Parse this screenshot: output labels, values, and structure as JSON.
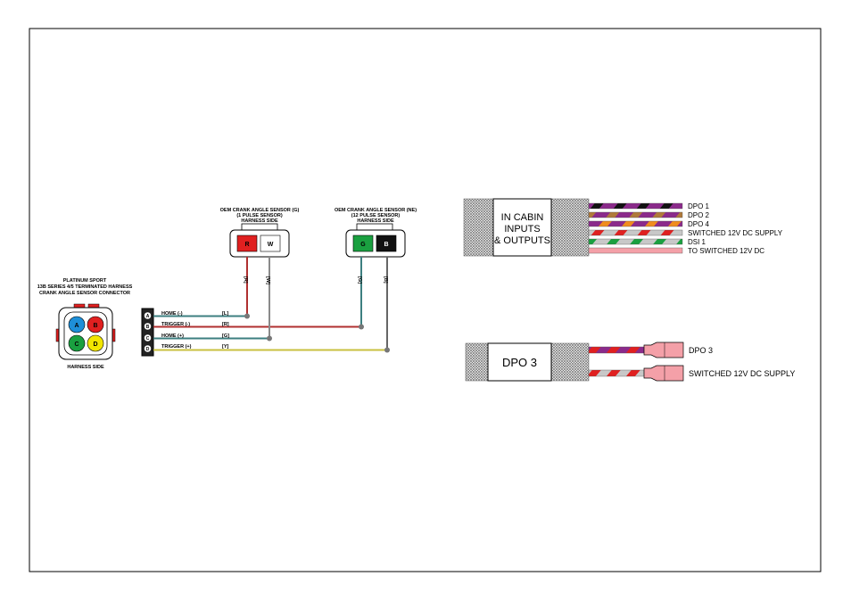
{
  "harness": {
    "title_line1": "PLATINUM SPORT",
    "title_line2": "13B SERIES 4/5 TERMINATED HARNESS",
    "title_line3": "CRANK ANGLE SENSOR CONNECTOR",
    "side_label": "HARNESS SIDE",
    "pins": [
      {
        "label": "A",
        "color": "#1e8fd8"
      },
      {
        "label": "B",
        "color": "#e02020"
      },
      {
        "label": "C",
        "color": "#1aa040"
      },
      {
        "label": "D",
        "color": "#f2e600"
      }
    ]
  },
  "terminal_block": {
    "rows": [
      {
        "pin": "A",
        "signal": "HOME (-)",
        "wire": "[L]",
        "color": "#3d7f80"
      },
      {
        "pin": "B",
        "signal": "TRIGGER (-)",
        "wire": "[R]",
        "color": "#b03030"
      },
      {
        "pin": "C",
        "signal": "HOME (+)",
        "wire": "[G]",
        "color": "#3d7f80"
      },
      {
        "pin": "D",
        "signal": "TRIGGER (+)",
        "wire": "[Y]",
        "color": "#c8c040"
      }
    ]
  },
  "sensor_g": {
    "title_line1": "OEM CRANK ANGLE SENSOR (G)",
    "title_line2": "(1 PULSE SENSOR)",
    "title_line3": "HARNESS SIDE",
    "pins": [
      {
        "label": "R",
        "color": "#e02020",
        "wire": "[R]"
      },
      {
        "label": "W",
        "color": "#ffffff",
        "wire": "[W]"
      }
    ]
  },
  "sensor_ne": {
    "title_line1": "OEM CRANK ANGLE SENSOR (NE)",
    "title_line2": "(12 PULSE SENSOR)",
    "title_line3": "HARNESS SIDE",
    "pins": [
      {
        "label": "G",
        "color": "#1aa040",
        "wire": "[G]"
      },
      {
        "label": "B",
        "color": "#111111",
        "wire": "[B]"
      }
    ]
  },
  "in_cabin": {
    "title_line1": "IN CABIN",
    "title_line2": "INPUTS",
    "title_line3": "& OUTPUTS",
    "wires": [
      {
        "label": "DPO 1",
        "base": "#8b2a8b",
        "stripe": "#111111"
      },
      {
        "label": "DPO 2",
        "base": "#8b2a8b",
        "stripe": "#b07a3a"
      },
      {
        "label": "DPO 4",
        "base": "#8b2a8b",
        "stripe": "#f08c1e"
      },
      {
        "label": "SWITCHED 12V DC SUPPLY",
        "base": "#c8c8c8",
        "stripe": "#e02020"
      },
      {
        "label": "DSI 1",
        "base": "#c8c8c8",
        "stripe": "#1aa040"
      },
      {
        "label": "TO SWITCHED 12V DC",
        "base": "#f4a0a8",
        "stripe": "#f4a0a8"
      }
    ]
  },
  "dpo3": {
    "title": "DPO 3",
    "wires": [
      {
        "label": "DPO 3",
        "base": "#8b2a8b",
        "stripe": "#e02020"
      },
      {
        "label": "SWITCHED 12V DC SUPPLY",
        "base": "#c8c8c8",
        "stripe": "#e02020"
      }
    ]
  }
}
